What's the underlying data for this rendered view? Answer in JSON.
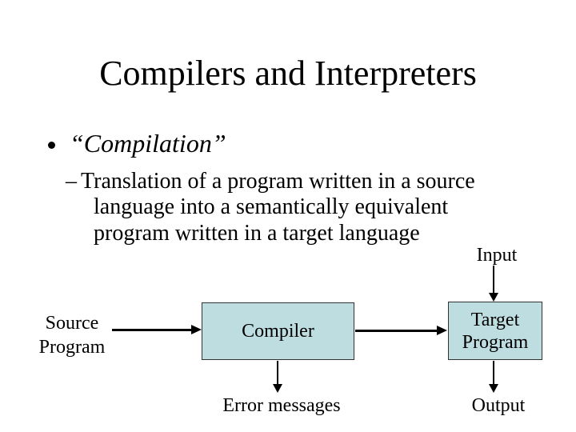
{
  "slide": {
    "title": "Compilers and Interpreters",
    "bullet": "“Compilation”",
    "sub_bullet": {
      "dash": "–",
      "lines": [
        "Translation of a program written in a source",
        "language into a semantically equivalent",
        "program written in a target language"
      ]
    },
    "colors": {
      "background": "#ffffff",
      "text": "#000000",
      "box_fill": "#bedde1",
      "box_border": "#333333"
    }
  },
  "diagram": {
    "input_label": "Input",
    "source_label_line1": "Source",
    "source_label_line2": "Program",
    "compiler_box_label": "Compiler",
    "target_box_line1": "Target",
    "target_box_line2": "Program",
    "error_label": "Error messages",
    "output_label": "Output"
  }
}
